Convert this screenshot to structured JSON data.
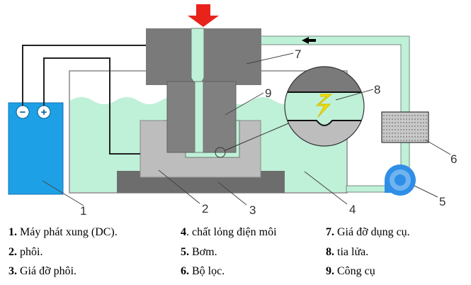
{
  "callouts": [
    "1",
    "2",
    "3",
    "4",
    "5",
    "6",
    "7",
    "8",
    "9"
  ],
  "battery": {
    "minus": "−",
    "plus": "+"
  },
  "legend": [
    {
      "num": "1.",
      "text": " Máy phát xung (DC)."
    },
    {
      "num": "4",
      "text": ". chất lỏng điện môi"
    },
    {
      "num": "7.",
      "text": " Giá đỡ dụng cụ."
    },
    {
      "num": "2.",
      "text": " phôi."
    },
    {
      "num": "5.",
      "text": " Bơm."
    },
    {
      "num": "8.",
      "text": " tia lửa."
    },
    {
      "num": "3.",
      "text": " Giá đỡ phôi."
    },
    {
      "num": "6.",
      "text": " Bộ lọc."
    },
    {
      "num": "9.",
      "text": " Công cụ"
    }
  ],
  "colors": {
    "fluid": "#bff0d8",
    "tank_line": "#888888",
    "dark_gray": "#6d6d6d",
    "mid_gray": "#878787",
    "light_gray": "#bdbdbd",
    "generator": "#1ea0e6",
    "arrow": "#e8231b",
    "pump": "#2f8ee6",
    "spark": "#f0e000"
  }
}
